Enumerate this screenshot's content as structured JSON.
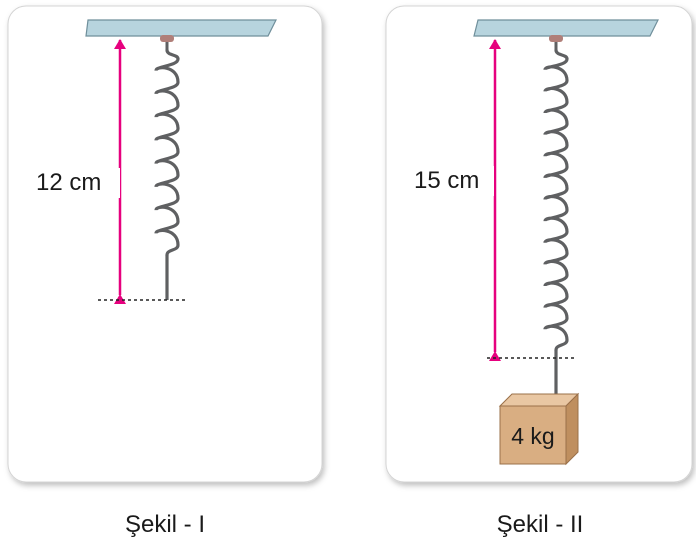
{
  "panels": [
    {
      "length_label": "12 cm",
      "caption": "Şekil - I",
      "spring_coils": 8
    },
    {
      "length_label": "15 cm",
      "caption": "Şekil - II",
      "spring_coils": 13,
      "mass_label": "4 kg"
    }
  ],
  "colors": {
    "arrow": "#e6007e",
    "ceiling_fill": "#b7d4de",
    "ceiling_stroke": "#6f8f9b",
    "spring": "#5f6062",
    "box_front": "#d9ae82",
    "box_top": "#e9c7a3",
    "box_side": "#bf8f5f"
  }
}
